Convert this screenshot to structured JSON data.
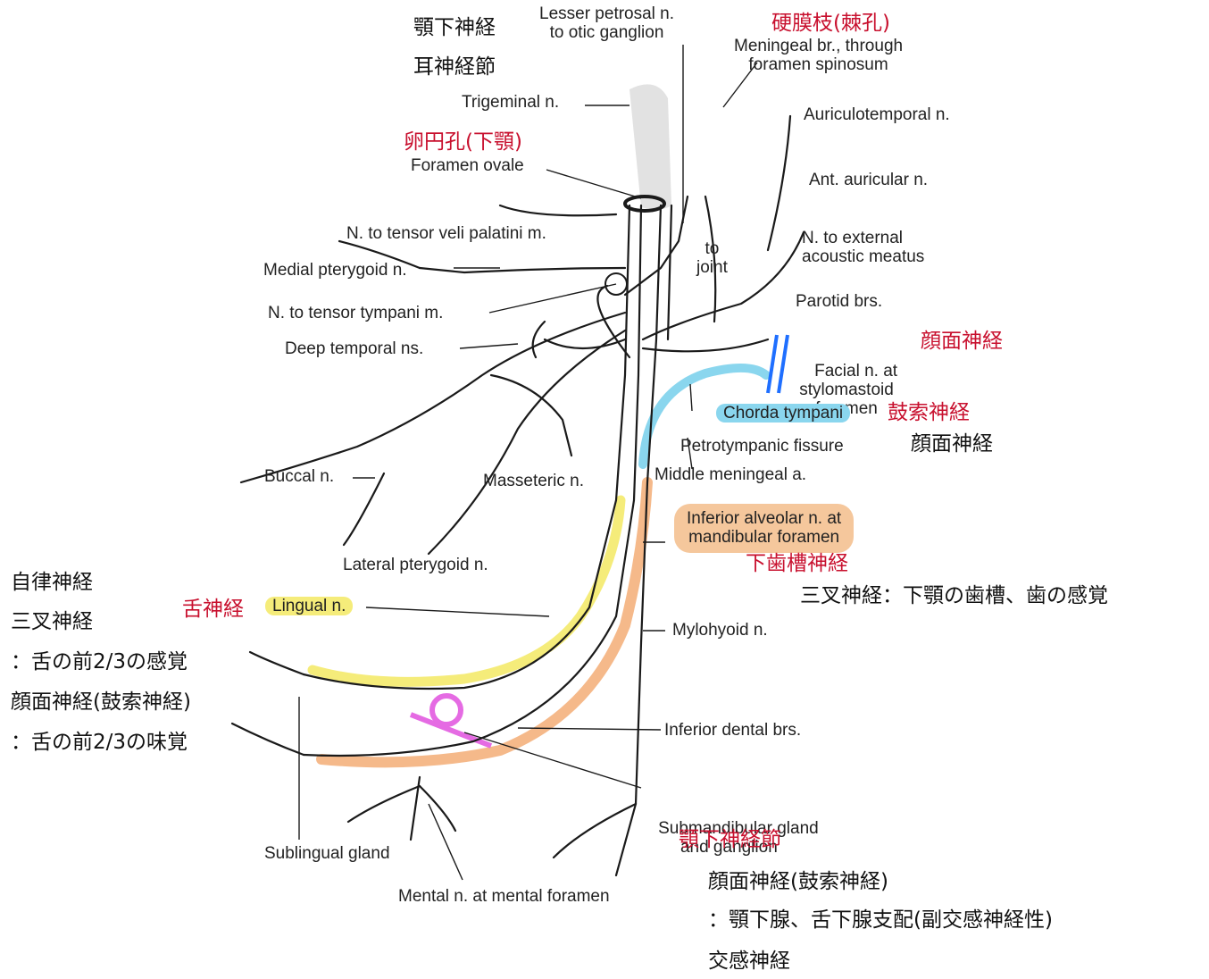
{
  "colors": {
    "line": "#1a1a1a",
    "red_label": "#c8102e",
    "facial_blue": "#1f6fff",
    "facial_highlight": "#7fb0f0",
    "chorda_cyan": "#8ad6ee",
    "lingual_yellow": "#f5ec7a",
    "alveolar_orange": "#f5b98a",
    "gland_magenta": "#e56be3",
    "sensory_fill": "#d8d8d8"
  },
  "diagram": {
    "labels_en": {
      "lesser_petrosal": "Lesser petrosal n.\nto otic ganglion",
      "meningeal": "Meningeal br., through\nforamen spinosum",
      "trigeminal": "Trigeminal n.",
      "auriculotemporal": "Auriculotemporal n.",
      "foramen_ovale": "Foramen ovale",
      "ant_auricular": "Ant. auricular n.",
      "tensor_veli": "N. to tensor veli palatini m.",
      "external_acoustic": "N. to external\nacoustic meatus",
      "to_joint": "to\njoint",
      "medial_pterygoid": "Medial pterygoid n.",
      "parotid": "Parotid brs.",
      "tensor_tympani": "N. to tensor tympani m.",
      "facial_stylomastoid": "Facial n. at\nstylomastoid\nforamen",
      "deep_temporal": "Deep temporal ns.",
      "chorda_tympani": "Chorda tympani",
      "petrotympanic": "Petrotympanic fissure",
      "buccal": "Buccal n.",
      "masseteric": "Masseteric n.",
      "middle_meningeal": "Middle meningeal a.",
      "inferior_alveolar": "Inferior alveolar n. at\nmandibular foramen",
      "lateral_pterygoid": "Lateral pterygoid n.",
      "lingual": "Lingual n.",
      "mylohyoid": "Mylohyoid n.",
      "inferior_dental": "Inferior dental brs.",
      "submandibular": "Submandibular gland\nand ganglion",
      "sublingual": "Sublingual gland",
      "mental": "Mental n. at mental foramen"
    },
    "labels_jp": {
      "mandibular_nerve": "顎下神経",
      "otic_ganglion": "耳神経節",
      "meningeal_jp": "硬膜枝(棘孔)",
      "foramen_ovale_jp": "卵円孔(下顎)",
      "facial_jp": "顔面神経",
      "chorda_jp": "鼓索神経",
      "chorda_sub_jp": "顔面神経",
      "alveolar_jp": "下歯槽神経",
      "alveolar_note_jp": "三叉神経：下顎の歯槽、歯の感覚",
      "autonomic_jp": "自律神経",
      "lingual_jp": "舌神経",
      "trigeminal_jp": "三叉神経",
      "tongue_sense_jp": "：舌の前2/3の感覚",
      "facial_chorda_jp": "顔面神経(鼓索神経)",
      "tongue_taste_jp": "：舌の前2/3の味覚",
      "submandibular_jp": "顎下神経節",
      "facial_chorda2_jp": "顔面神経(鼓索神経)",
      "gland_note_jp": "：顎下腺、舌下腺支配(副交感神経性)",
      "sympathetic_jp": "交感神経"
    }
  }
}
